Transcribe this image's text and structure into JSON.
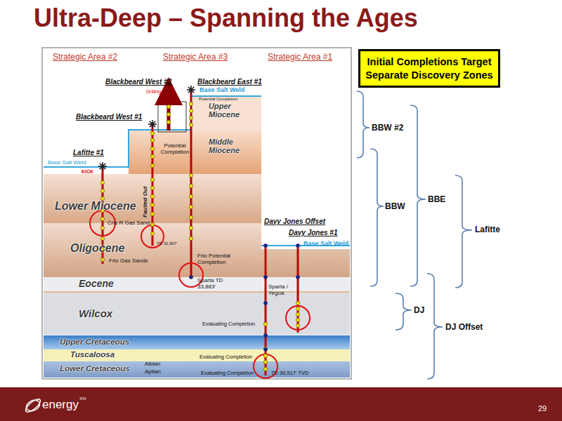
{
  "diagram": {
    "title": "Ultra-Deep – Spanning the Ages",
    "nodes": [
      {
        "text": [
          "Initial Completions Target Separate Discovery Zones"
        ]
      },
      {
        "text": [
          "Upper Miocene"
        ]
      },
      {
        "text": [
          "Middle Miocene"
        ]
      },
      {
        "text": [
          "Lower Miocene"
        ]
      },
      {
        "text": [
          "Oligocene"
        ]
      },
      {
        "text": [
          "Eocene"
        ]
      },
      {
        "text": [
          "Wilcox"
        ]
      },
      {
        "text": [
          "Upper Cretaceous"
        ]
      },
      {
        "text": [
          "Tuscaloosa"
        ]
      },
      {
        "text": [
          "Lower Cretaceous"
        ]
      }
    ],
    "labels": [
      "Strategic Area #2",
      "Strategic Area #3",
      "Strategic Area #1",
      "Blackbeard West #2",
      "Drilling",
      "Blackbeard East #1",
      "Base Salt Weld",
      "Potential Completion",
      "Blackbeard West #1",
      "Lafitte #1",
      "Base Salt Weld",
      "KICK",
      "Potential Completion",
      "Faulted Out",
      "Cris R Gas Sand",
      "TD 32,997'",
      "Frio Gas Sands",
      "Frio Potential Completion",
      "Sparta TD 33,883'",
      "Davy Jones Offset",
      "Davy Jones #1",
      "Base Salt Weld",
      "Sparta / Yegua",
      "Evaluating Completion",
      "Evaluating Completion",
      "Evaluating Completion",
      "TD 30,517' TVD",
      "Albian",
      "Aptian",
      "BBW #2",
      "BBW",
      "BBE",
      "Lafitte",
      "DJ",
      "DJ Offset",
      "energy",
      "XXI",
      "29"
    ]
  }
}
